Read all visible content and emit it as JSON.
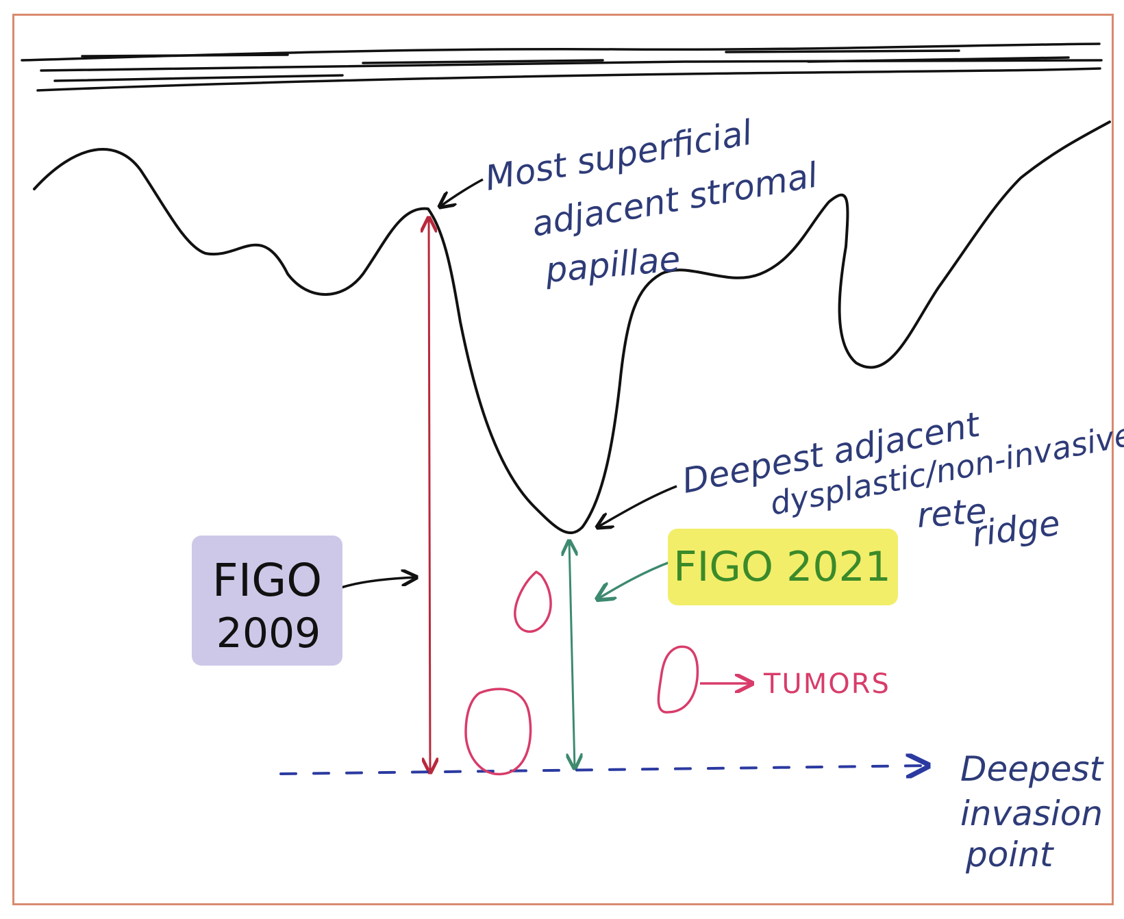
{
  "labels": {
    "superficial_line1": "Most superficial",
    "superficial_line2": "adjacent stromal",
    "superficial_line3": "papillae",
    "deepest_ridge_line1": "Deepest adjacent",
    "deepest_ridge_line2": "dysplastic/non-invasive",
    "deepest_ridge_line3": "rete",
    "deepest_ridge_line4": "ridge",
    "figo2009_line1": "FIGO",
    "figo2009_line2": "2009",
    "figo2021": "FIGO 2021",
    "tumors": "TUMORS",
    "invasion_line1": "Deepest",
    "invasion_line2": "invasion",
    "invasion_line3": "point"
  },
  "colors": {
    "frame": "#d98a6e",
    "outline": "#111111",
    "annotation_text": "#2e3b78",
    "figo2009_arrow": "#b8283c",
    "figo2021_arrow": "#3d8a6e",
    "figo2009_box": "#cdc8e8",
    "figo2021_box": "#f2ee6a",
    "figo2021_text": "#3b8a2a",
    "tumor": "#d83c6a",
    "invasion_line": "#2b3aa0"
  }
}
